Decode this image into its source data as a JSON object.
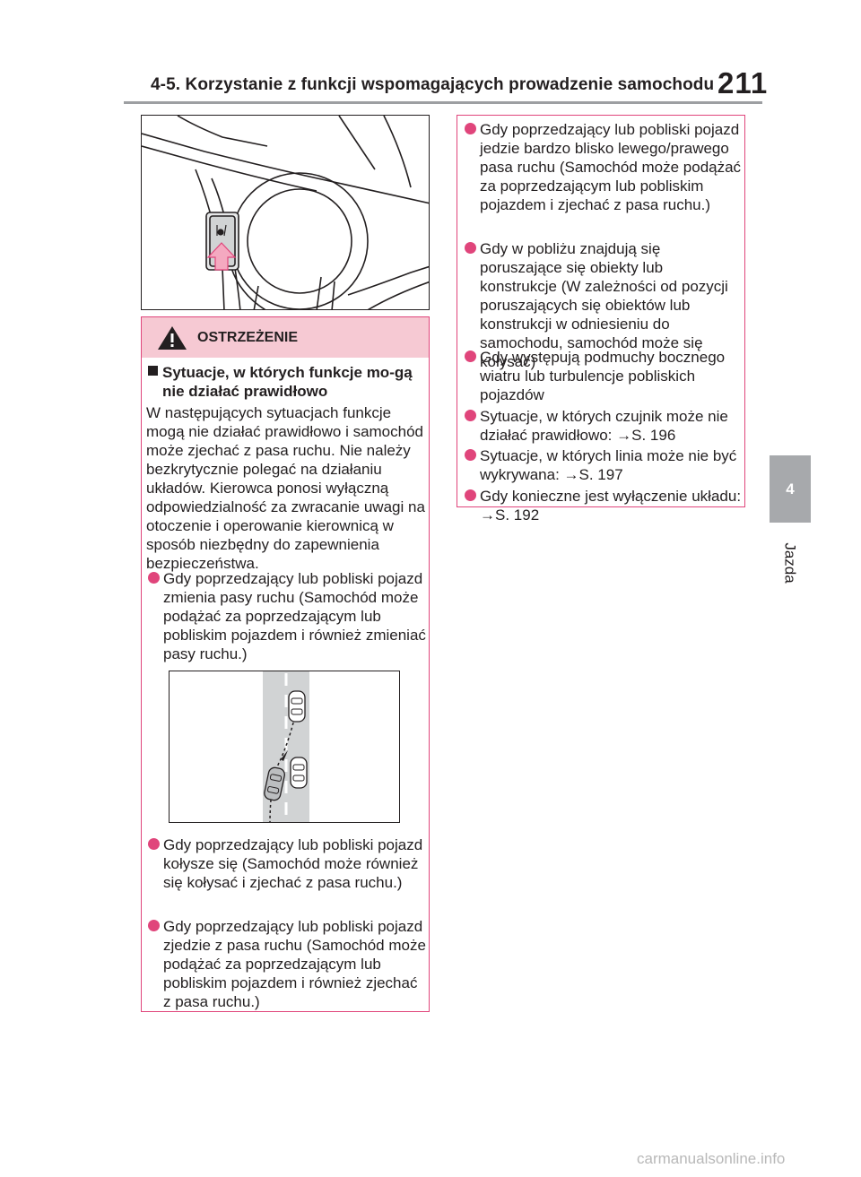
{
  "header": {
    "title": "4-5. Korzystanie z funkcji wspomagających prowadzenie samochodu",
    "page_number": "211"
  },
  "side_tab": {
    "number": "4",
    "label": "Jazda"
  },
  "warning": {
    "title": "OSTRZEŻENIE",
    "section_heading": "Sytuacje, w których funkcje mo-gą nie działać prawidłowo",
    "intro": "W następujących sytuacjach funkcje mogą nie działać prawidłowo i samochód może zjechać z pasa ruchu. Nie należy bezkrytycznie polegać na działaniu układów. Kierowca ponosi wyłączną odpowiedzialność za zwracanie uwagi na otoczenie i operowanie kierownicą w sposób niezbędny do zapewnienia bezpieczeństwa.",
    "left_bullets": [
      "Gdy poprzedzający lub pobliski pojazd zmienia pasy ruchu (Samochód może podążać za poprzedzającym lub pobliskim pojazdem i również zmieniać pasy ruchu.)",
      "Gdy poprzedzający lub pobliski pojazd kołysze się (Samochód może również się kołysać i zjechać z pasa ruchu.)",
      "Gdy poprzedzający lub pobliski pojazd zjedzie z pasa ruchu (Samochód może podążać za poprzedzającym lub pobliskim pojazdem i również zjechać z pasa ruchu.)"
    ],
    "right_bullets": [
      "Gdy poprzedzający lub pobliski pojazd jedzie bardzo blisko lewego/prawego pasa ruchu (Samochód może podążać za poprzedzającym lub pobliskim pojazdem i zjechać z pasa ruchu.)",
      "Gdy w pobliżu znajdują się poruszające się obiekty lub konstrukcje (W zależności od pozycji poruszających się obiektów lub konstrukcji w odniesieniu do samochodu, samochód może się kołysać)",
      "Gdy występują podmuchy bocznego wiatru lub turbulencje pobliskich pojazdów",
      "Sytuacje, w których czujnik może nie działać prawidłowo: →S. 196",
      "Sytuacje, w których linia może nie być wykrywana: →S. 197",
      "Gdy konieczne jest wyłączenie układu: →S. 192"
    ]
  },
  "watermark": "carmanualsonline.info",
  "colors": {
    "accent": "#e0457b",
    "warning_header_bg": "#f6c9d3",
    "tab_gray": "#a7a9ac",
    "button_arrow": "#f4a9c0"
  }
}
